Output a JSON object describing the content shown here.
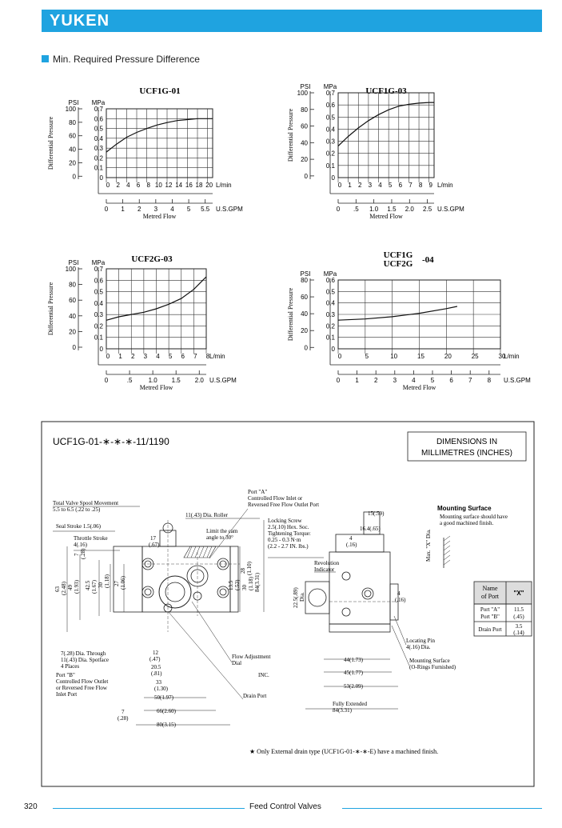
{
  "header": {
    "logo": "YUKEN"
  },
  "section": {
    "title": "Min. Required Pressure Difference"
  },
  "chart_data": [
    {
      "type": "line",
      "title": "UCF1G-01",
      "ylabel": "Differential Pressure",
      "y_units": [
        "PSI",
        "MPa"
      ],
      "psi_ticks": [
        "100",
        "80",
        "60",
        "40",
        "20",
        "0"
      ],
      "mpa_ticks": [
        "0.7",
        "0.6",
        "0.5",
        "0.4",
        "0.3",
        "0.2",
        "0.1",
        "0"
      ],
      "x_lmin_ticks": [
        "0",
        "2",
        "4",
        "6",
        "8",
        "10",
        "12",
        "14",
        "16",
        "18",
        "20"
      ],
      "x_lmin_label": "L/min",
      "x_gpm_ticks": [
        "0",
        "1",
        "2",
        "3",
        "4",
        "5",
        "5.5"
      ],
      "x_gpm_label": "U.S.GPM",
      "xlabel": "Metred Flow",
      "xlim": [
        0,
        21
      ],
      "ylim": [
        0,
        0.7
      ],
      "series": [
        {
          "x": [
            0,
            2,
            4,
            6,
            8,
            10,
            12,
            14,
            16,
            18,
            20,
            21
          ],
          "y": [
            0.26,
            0.34,
            0.41,
            0.46,
            0.5,
            0.535,
            0.56,
            0.58,
            0.59,
            0.6,
            0.6,
            0.6
          ]
        }
      ]
    },
    {
      "type": "line",
      "title": "UCF1G-03",
      "ylabel": "Differential Pressure",
      "y_units": [
        "PSI",
        "MPa"
      ],
      "psi_ticks": [
        "100",
        "80",
        "60",
        "40",
        "20",
        "0"
      ],
      "mpa_ticks": [
        "0.7",
        "0.6",
        "0.5",
        "0.4",
        "0.3",
        "0.2",
        "0.1",
        "0"
      ],
      "x_lmin_ticks": [
        "0",
        "1",
        "2",
        "3",
        "4",
        "5",
        "6",
        "7",
        "8",
        "9"
      ],
      "x_lmin_label": "L/min",
      "x_gpm_ticks": [
        "0",
        ".5",
        "1.0",
        "1.5",
        "2.0",
        "2.5"
      ],
      "x_gpm_label": "U.S.GPM",
      "xlabel": "Metred Flow",
      "xlim": [
        0,
        9.5
      ],
      "ylim": [
        0,
        0.7
      ],
      "series": [
        {
          "x": [
            0,
            1,
            2,
            3,
            4,
            5,
            6,
            7,
            8,
            9,
            9.5
          ],
          "y": [
            0.26,
            0.34,
            0.41,
            0.47,
            0.52,
            0.56,
            0.59,
            0.605,
            0.615,
            0.62,
            0.62
          ]
        }
      ]
    },
    {
      "type": "line",
      "title": "UCF2G-03",
      "ylabel": "Differential Pressure",
      "y_units": [
        "PSI",
        "MPa"
      ],
      "psi_ticks": [
        "100",
        "80",
        "60",
        "40",
        "20",
        "0"
      ],
      "mpa_ticks": [
        "0.7",
        "0.6",
        "0.5",
        "0.4",
        "0.3",
        "0.2",
        "0.1",
        "0"
      ],
      "x_lmin_ticks": [
        "0",
        "1",
        "2",
        "3",
        "4",
        "5",
        "6",
        "7",
        "8"
      ],
      "x_lmin_label": "L/min",
      "x_gpm_ticks": [
        "0",
        ".5",
        "1.0",
        "1.5",
        "2.0"
      ],
      "x_gpm_label": "U.S.GPM",
      "xlabel": "Metred Flow",
      "xlim": [
        0,
        8
      ],
      "ylim": [
        0,
        0.7
      ],
      "series": [
        {
          "x": [
            0,
            1,
            2,
            3,
            4,
            5,
            6,
            7,
            8
          ],
          "y": [
            0.25,
            0.28,
            0.3,
            0.32,
            0.35,
            0.39,
            0.44,
            0.52,
            0.63
          ]
        }
      ]
    },
    {
      "type": "line",
      "title_lines": [
        "UCF1G",
        "UCF2G"
      ],
      "title_suffix": "-04",
      "ylabel": "Differential Pressure",
      "y_units": [
        "PSI",
        "MPa"
      ],
      "psi_ticks": [
        "80",
        "60",
        "40",
        "20",
        "0"
      ],
      "mpa_ticks": [
        "0.6",
        "0.5",
        "0.4",
        "0.3",
        "0.2",
        "0.1",
        "0"
      ],
      "x_lmin_ticks": [
        "0",
        "5",
        "10",
        "15",
        "20",
        "25",
        "30"
      ],
      "x_lmin_label": "L/min",
      "x_gpm_ticks": [
        "0",
        "1",
        "2",
        "3",
        "4",
        "5",
        "6",
        "7",
        "8"
      ],
      "x_gpm_label": "U.S.GPM",
      "xlabel": "Metred Flow",
      "xlim": [
        0,
        30
      ],
      "ylim": [
        0,
        0.6
      ],
      "series": [
        {
          "x": [
            0,
            5,
            10,
            15,
            20,
            22
          ],
          "y": [
            0.25,
            0.26,
            0.28,
            0.31,
            0.35,
            0.37
          ]
        }
      ]
    }
  ],
  "drawing": {
    "model": "UCF1G-01-∗-∗-∗-11/1190",
    "dims_box": [
      "DIMENSIONS IN",
      "MILLIMETRES (INCHES)"
    ],
    "labels": {
      "spool_movement": [
        "Total Valve Spool Movement",
        "5.5 to 6.5 (.22 to .25)"
      ],
      "seal_stroke": "Seal Stroke 1.5(.06)",
      "throttle": [
        "Throttle Stroke",
        "4(.16)"
      ],
      "roller": "11(.43) Dia. Roller",
      "cam": [
        "Limit the cam",
        "angle to 30°"
      ],
      "port_a": [
        "Port \"A\"",
        "Controlled Flow Inlet or",
        "Reversed Free Flow Outlet Port"
      ],
      "locking": [
        "Locking Screw",
        "2.5(.10) Hex. Soc.",
        "Tightening Torque:",
        "0.25 - 0.3 N·m",
        "(2.2 - 2.7 IN. lbs.)"
      ],
      "rev_ind": [
        "Revolution",
        "Indicator"
      ],
      "through": [
        "7(.28) Dia. Through",
        "11(.43) Dia. Spotface",
        "4 Places"
      ],
      "port_b": [
        "Port \"B\"",
        "Controlled Flow Outlet",
        "or Reversed Free Flow",
        "Inlet Port"
      ],
      "flow_adj": [
        "Flow Adjustment",
        "Dial"
      ],
      "inc": "INC.",
      "drain": "Drain Port",
      "locating": [
        "Locating Pin",
        "4(.16) Dia."
      ],
      "mount_oring": [
        "Mounting Surface",
        "(O-Rings Furnished)"
      ],
      "fully": [
        "Fully Extended",
        "84(3.31)"
      ],
      "mounting_title": "Mounting Surface",
      "mounting_note": [
        "Mounting surface should have",
        "a good machined finish."
      ],
      "max_x": "Max. \"X\" Dia.",
      "footnote": "Only External drain type (UCF1G-01-∗-∗-E) have a machined finish."
    },
    "dims": {
      "d15": "15(.59)",
      "d16": "16.4(.65)",
      "d4a": "4",
      "d4b": "(.16)",
      "d17": "17",
      "d17b": "(.67)",
      "d7v": "7",
      "d7vb": "(.28)",
      "d28": "28",
      "d28b": "(1.10)",
      "d63": "63",
      "d63b": "(2.48)",
      "d49": "49",
      "d49b": "(1.93)",
      "d425": "42.5",
      "d425b": "(1.67)",
      "d30": "30",
      "d30b": "(1.18)",
      "d27": "27",
      "d27b": "(1.06)",
      "d135": "13.5",
      "d135b": "(.53)",
      "d30r": "30",
      "d30rb": "(1.18)",
      "d84": "84(3.31)",
      "d12": "12",
      "d12b": "(.47)",
      "d205": "20.5",
      "d205b": "(.81)",
      "d33": "33",
      "d33b": "(1.30)",
      "d50": "50(1.97)",
      "d66": "66(2.60)",
      "d80": "80(3.15)",
      "d7h": "7",
      "d7hb": "(.28)",
      "d225": "22.5(.89)",
      "dia": "Dia.",
      "d44": "44(1.73)",
      "d45": "45(1.77)",
      "d53": "53(2.09)",
      "d4c": "4",
      "d4cb": "(.16)"
    },
    "table": {
      "headers": [
        "Name of Port",
        "\"X\""
      ],
      "rows": [
        [
          "Port \"A\" Port \"B\"",
          "11.5 (.45)"
        ],
        [
          "Drain Port",
          "3.5 (.14)"
        ]
      ]
    }
  },
  "footer": {
    "page": "320",
    "title": "Feed Control Valves"
  }
}
